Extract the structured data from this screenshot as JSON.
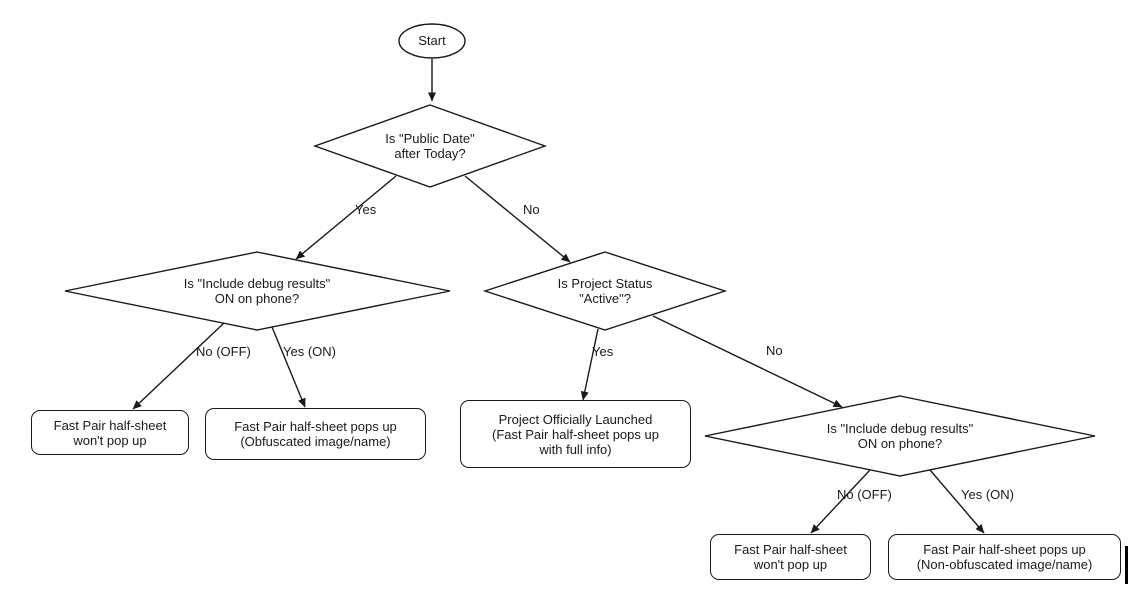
{
  "colors": {
    "stroke": "#1a1a1a",
    "fill": "#ffffff",
    "background": "#ffffff"
  },
  "nodes": {
    "start": "Start",
    "decision_public_date": "Is \"Public Date\"\nafter Today?",
    "decision_debug_left": "Is \"Include debug results\"\nON on phone?",
    "decision_project_status": "Is Project Status\n\"Active\"?",
    "decision_debug_right": "Is \"Include debug results\"\nON on phone?",
    "result_no_popup_left": "Fast Pair half-sheet\nwon't pop up",
    "result_obfuscated": "Fast Pair half-sheet pops up\n(Obfuscated image/name)",
    "result_launched": "Project Officially Launched\n(Fast Pair half-sheet pops up\nwith full info)",
    "result_no_popup_right": "Fast Pair half-sheet\nwon't pop up",
    "result_non_obfuscated": "Fast Pair half-sheet pops up\n(Non-obfuscated image/name)"
  },
  "edge_labels": {
    "yes_public_date": "Yes",
    "no_public_date": "No",
    "no_off_left": "No (OFF)",
    "yes_on_left": "Yes (ON)",
    "yes_status": "Yes",
    "no_status": "No",
    "no_off_right": "No (OFF)",
    "yes_on_right": "Yes (ON)"
  }
}
